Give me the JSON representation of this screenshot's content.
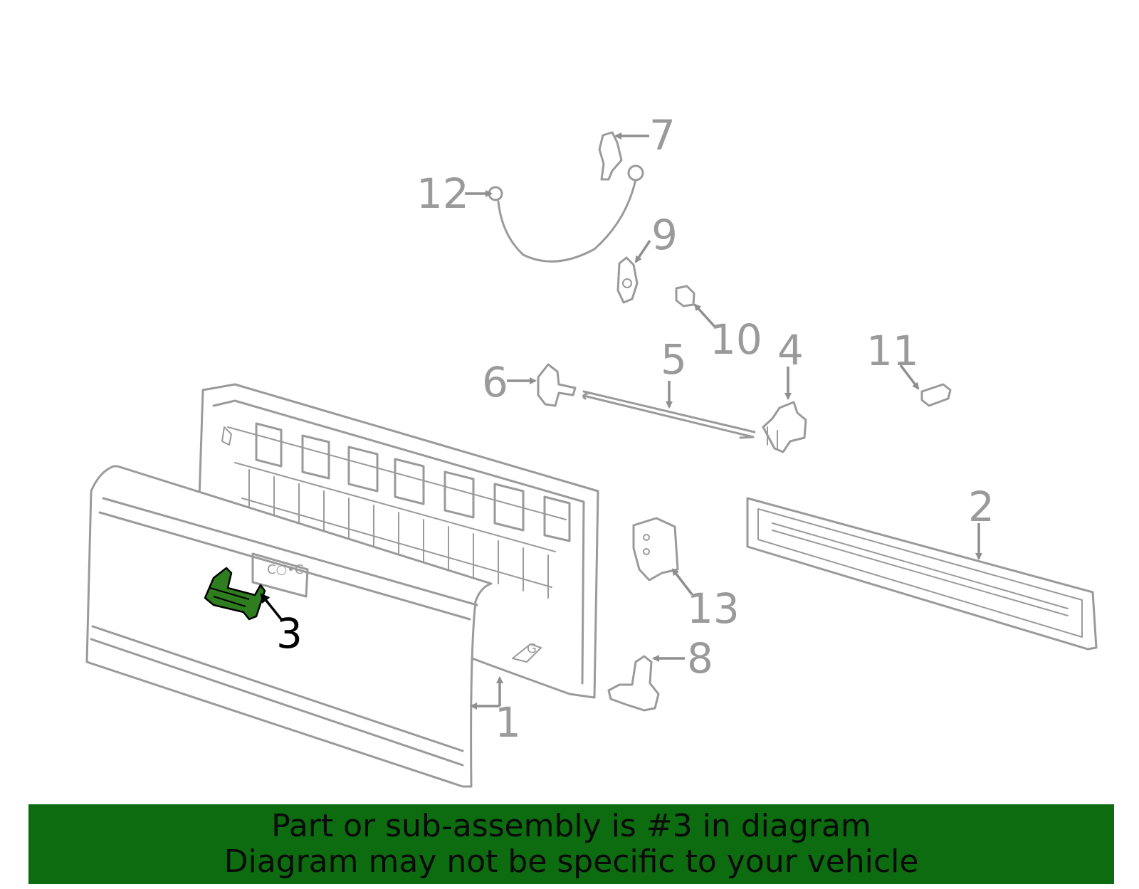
{
  "callouts": {
    "c1": "1",
    "c2": "2",
    "c3": "3",
    "c4": "4",
    "c5": "5",
    "c6": "6",
    "c7": "7",
    "c8": "8",
    "c9": "9",
    "c10": "10",
    "c11": "11",
    "c12": "12",
    "c13": "13"
  },
  "highlight": {
    "part": "3",
    "color": "#2e7d1f"
  },
  "banner": {
    "line1": "Part or sub-assembly is #3 in diagram",
    "line2": "Diagram may not be specific to your vehicle",
    "color": "#0d6b10"
  }
}
